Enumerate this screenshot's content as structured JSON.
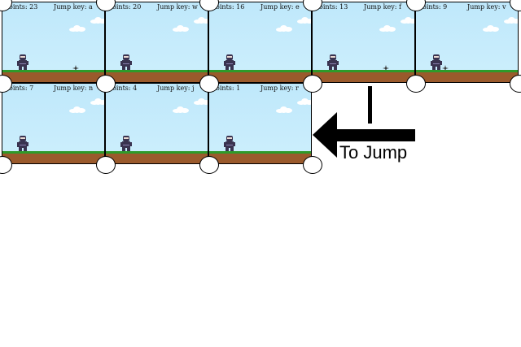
{
  "hud": {
    "points_label": "Points:",
    "jump_key_label": "Jump key:"
  },
  "panels": [
    {
      "points": "23",
      "jump_key": "a",
      "has_star": true
    },
    {
      "points": "20",
      "jump_key": "w",
      "has_star": false
    },
    {
      "points": "16",
      "jump_key": "e",
      "has_star": true
    },
    {
      "points": "13",
      "jump_key": "f",
      "has_star": true
    },
    {
      "points": "9",
      "jump_key": "v",
      "has_star": true
    },
    {
      "points": "7",
      "jump_key": "n",
      "has_star": false
    },
    {
      "points": "4",
      "jump_key": "j",
      "has_star": false
    },
    {
      "points": "1",
      "jump_key": "r",
      "has_star": false
    }
  ],
  "hint": {
    "label": "To Jump",
    "icon": "arrow-left-icon"
  },
  "colors": {
    "sky": "#c6ecfb",
    "grass": "#2e9a2a",
    "dirt": "#9a5a2c",
    "ninja": "#3a3350"
  }
}
